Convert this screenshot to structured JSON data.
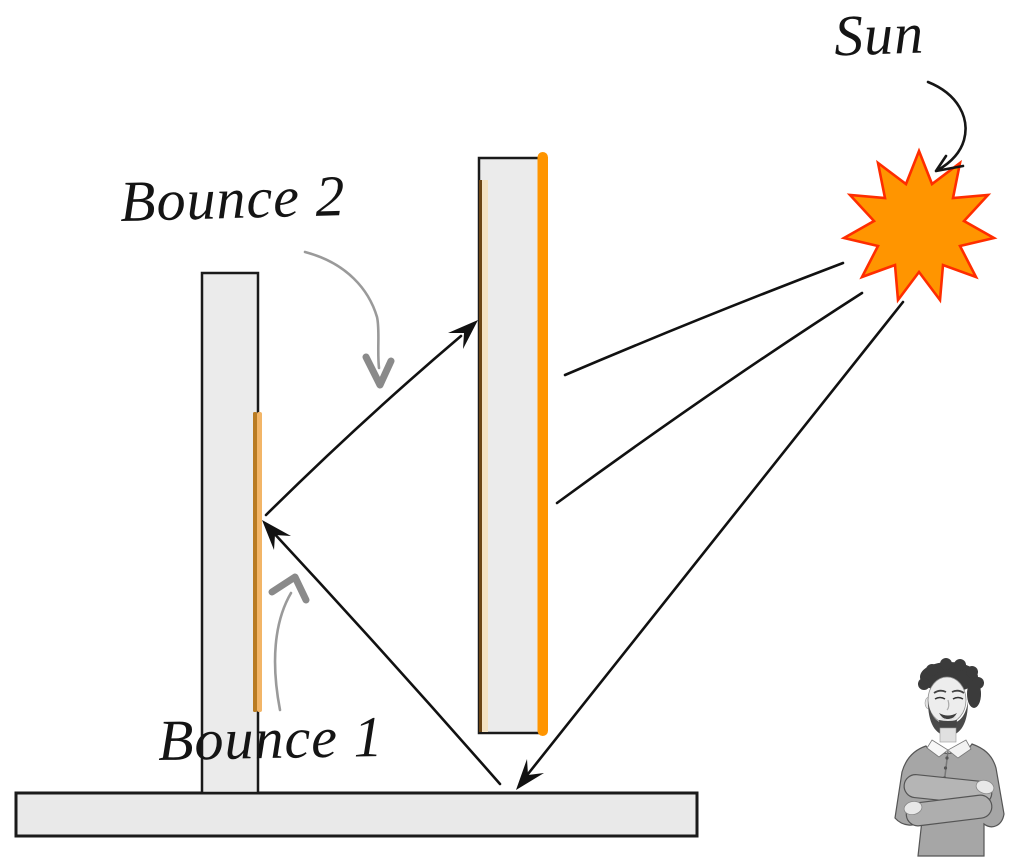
{
  "labels": {
    "sun": "Sun",
    "bounce_1": "Bounce 1",
    "bounce_2": "Bounce 2"
  },
  "colors": {
    "background": "#FFFFFF",
    "sun_fill": "#FF9500",
    "sun_stroke": "#FF2D00",
    "highlight_orange": "#FF9500",
    "panel_fill": "#EBEBEB",
    "panel_stroke": "#1A1A1A",
    "ground_fill": "#E9E9E9",
    "ray_black": "#111111",
    "annotation_gray": "#8A8A8A",
    "warm_stripe_light": "#F3E2C3",
    "warm_stripe_dark": "#6B4514",
    "small_stripe_light": "#F2B567",
    "small_stripe_dark": "#B97B22"
  },
  "icons": {
    "sun_burst": "star-burst-icon",
    "figure": "man-arms-crossed"
  }
}
